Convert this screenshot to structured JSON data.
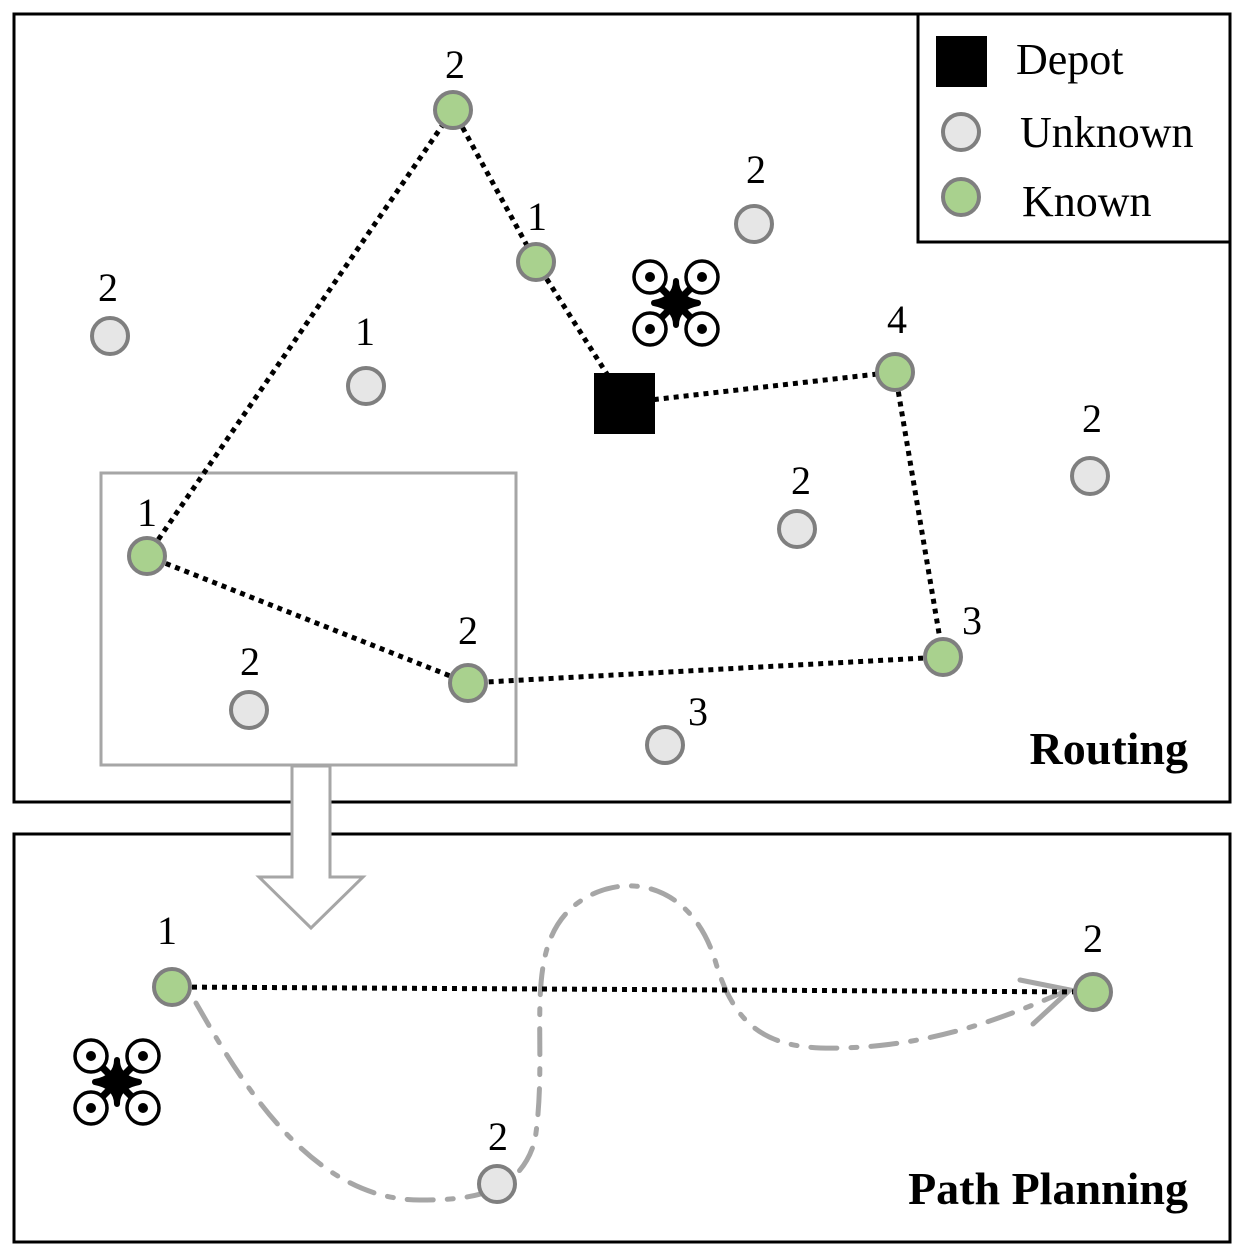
{
  "legend": {
    "depot_label": "Depot",
    "unknown_label": "Unknown",
    "known_label": "Known"
  },
  "routing": {
    "title": "Routing",
    "nodes": [
      {
        "id": "n-top",
        "label": "2",
        "status": "known"
      },
      {
        "id": "n-mid",
        "label": "1",
        "status": "known"
      },
      {
        "id": "n-left",
        "label": "1",
        "status": "known"
      },
      {
        "id": "n-zoom2",
        "label": "2",
        "status": "known"
      },
      {
        "id": "n-right4",
        "label": "4",
        "status": "known"
      },
      {
        "id": "n-right3",
        "label": "3",
        "status": "known"
      },
      {
        "id": "u-topright",
        "label": "2",
        "status": "unknown"
      },
      {
        "id": "u-farleft",
        "label": "2",
        "status": "unknown"
      },
      {
        "id": "u-center1",
        "label": "1",
        "status": "unknown"
      },
      {
        "id": "u-farright",
        "label": "2",
        "status": "unknown"
      },
      {
        "id": "u-centerright",
        "label": "2",
        "status": "unknown"
      },
      {
        "id": "u-zoominner",
        "label": "2",
        "status": "unknown"
      },
      {
        "id": "u-bottom3",
        "label": "3",
        "status": "unknown"
      }
    ]
  },
  "path_planning": {
    "title": "Path Planning",
    "start_label": "1",
    "end_label": "2",
    "obstacle_label": "2"
  },
  "colors": {
    "known": "#a9d18e",
    "unknown": "#e6e6e6",
    "node_stroke": "#7f7f7f",
    "highlight": "#a6a6a6",
    "depot": "#000000"
  },
  "icons": [
    "drone-icon",
    "depot-icon",
    "zoom-arrow-icon"
  ]
}
